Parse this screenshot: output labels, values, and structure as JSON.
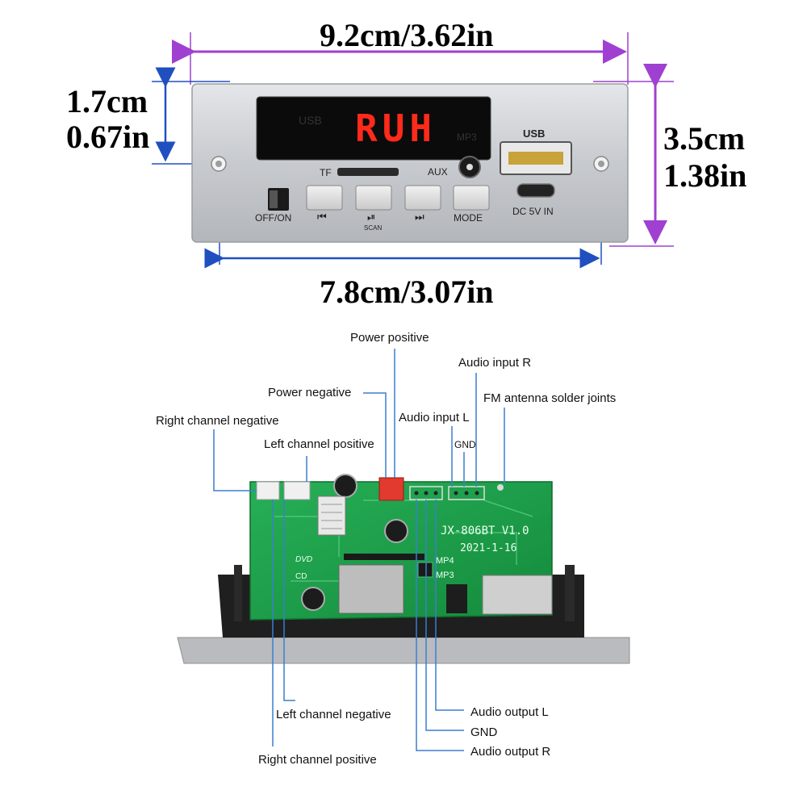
{
  "dimensions": {
    "width_top": "9.2cm/3.62in",
    "width_bottom": "7.8cm/3.07in",
    "height_left_cm": "1.7cm",
    "height_left_in": "0.67in",
    "height_right_cm": "3.5cm",
    "height_right_in": "1.38in"
  },
  "panel": {
    "display_text": "RUH",
    "display_dim_left": "USB",
    "display_dim_right": "MP3",
    "tf_label": "TF",
    "aux_label": "AUX",
    "usb_label": "USB",
    "dc_label": "DC 5V IN",
    "off_on_label": "OFF/ON",
    "mode_label": "MODE",
    "scan_label": "SCAN",
    "prev_glyph": "⏮",
    "play_glyph": "⏯",
    "next_glyph": "⏭"
  },
  "board": {
    "model": "JX-806BT V1.0",
    "date": "2021-1-16",
    "mp4_label": "MP4",
    "mp3_label": "MP3",
    "dvd_label": "DVD",
    "cd_label": "CD"
  },
  "callouts": {
    "power_positive": "Power positive",
    "audio_input_r": "Audio input R",
    "power_negative": "Power negative",
    "fm_antenna": "FM antenna solder joints",
    "right_channel_negative": "Right channel negative",
    "audio_input_l": "Audio input L",
    "left_channel_positive": "Left channel positive",
    "gnd_top": "GND",
    "left_channel_negative": "Left channel negative",
    "audio_output_l": "Audio output L",
    "gnd_bottom": "GND",
    "right_channel_positive": "Right channel positive",
    "audio_output_r": "Audio output R"
  },
  "colors": {
    "dimension_line_purple": "#a040d0",
    "dimension_line_blue": "#2050c0",
    "callout_line": "#3a7fd0",
    "led_red": "#ff2a1a",
    "pcb_green": "#1f9e4a",
    "panel_silver": "#c9ccd0"
  }
}
